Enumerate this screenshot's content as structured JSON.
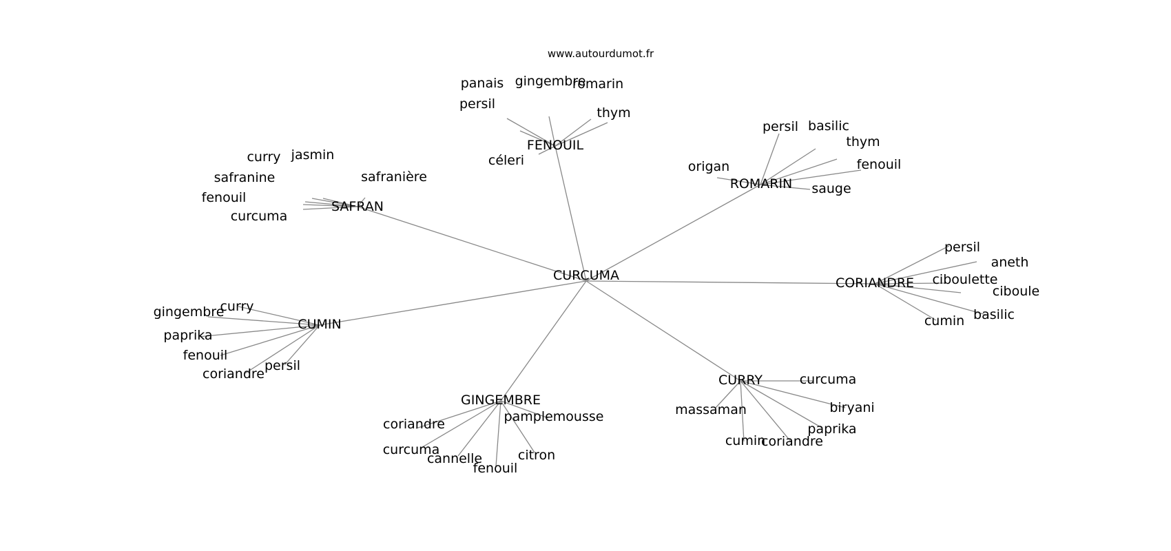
{
  "site_label": "www.autourdumot.fr",
  "center": "CURCUMA",
  "hubs": [
    {
      "label": "FENOUIL",
      "leaves": [
        "panais",
        "gingembre",
        "romarin",
        "persil",
        "thym",
        "céleri"
      ]
    },
    {
      "label": "ROMARIN",
      "leaves": [
        "persil",
        "basilic",
        "thym",
        "fenouil",
        "origan",
        "sauge"
      ]
    },
    {
      "label": "SAFRAN",
      "leaves": [
        "curry",
        "jasmin",
        "safranine",
        "safranière",
        "fenouil",
        "curcuma"
      ]
    },
    {
      "label": "CORIANDRE",
      "leaves": [
        "persil",
        "aneth",
        "ciboulette",
        "ciboule",
        "basilic",
        "cumin"
      ]
    },
    {
      "label": "CUMIN",
      "leaves": [
        "curry",
        "gingembre",
        "paprika",
        "fenouil",
        "persil",
        "coriandre"
      ]
    },
    {
      "label": "CURRY",
      "leaves": [
        "curcuma",
        "massaman",
        "biryani",
        "paprika",
        "cumin",
        "coriandre"
      ]
    },
    {
      "label": "GINGEMBRE",
      "leaves": [
        "pamplemousse",
        "coriandre",
        "curcuma",
        "cannelle",
        "citron",
        "fenouil"
      ]
    }
  ]
}
